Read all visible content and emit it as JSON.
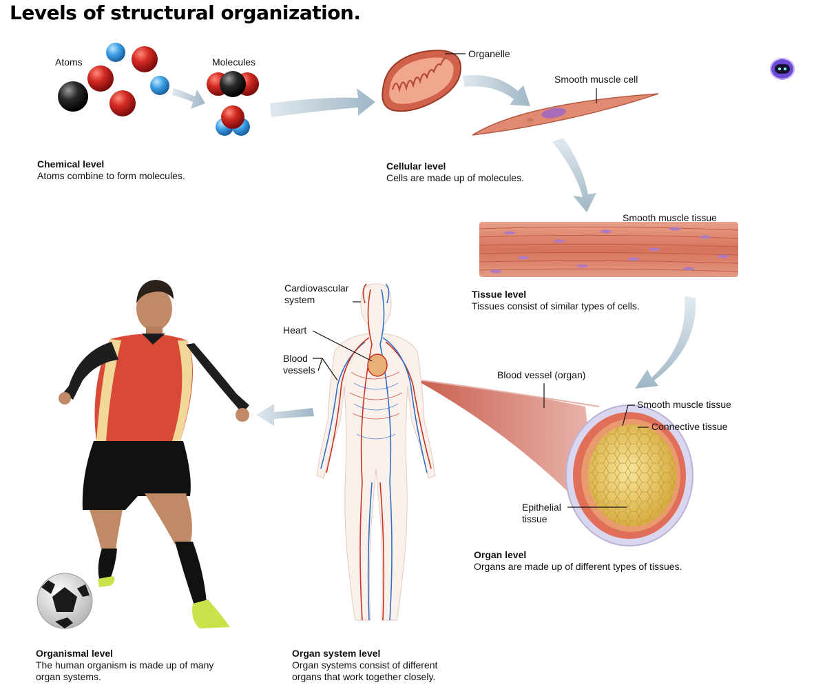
{
  "title": "Levels of structural organization.",
  "labels": {
    "atoms": "Atoms",
    "molecules": "Molecules",
    "organelle": "Organelle",
    "smooth_muscle_cell": "Smooth muscle cell",
    "smooth_muscle_tissue_top": "Smooth muscle tissue",
    "cardiovascular_line1": "Cardiovascular",
    "cardiovascular_line2": "system",
    "heart": "Heart",
    "blood_line1": "Blood",
    "blood_line2": "vessels",
    "blood_vessel_organ": "Blood vessel (organ)",
    "smooth_muscle_tissue_organ": "Smooth muscle tissue",
    "connective_tissue": "Connective tissue",
    "epithelial_line1": "Epithelial",
    "epithelial_line2": "tissue"
  },
  "levels": {
    "chemical": {
      "name": "Chemical level",
      "desc": "Atoms combine to form molecules."
    },
    "cellular": {
      "name": "Cellular level",
      "desc": "Cells are made up of molecules."
    },
    "tissue": {
      "name": "Tissue level",
      "desc": "Tissues consist of similar types of cells."
    },
    "organ": {
      "name": "Organ level",
      "desc": "Organs are made up of different types of tissues."
    },
    "organ_system": {
      "name": "Organ system level",
      "desc_line1": "Organ systems consist of different",
      "desc_line2": "organs that work together closely."
    },
    "organismal": {
      "name": "Organismal level",
      "desc_line1": "The human organism is made up of many",
      "desc_line2": "organ systems."
    }
  },
  "colors": {
    "atom_red": "#c62020",
    "atom_blue": "#3a9be0",
    "atom_black": "#1e1e1e",
    "arrow": "#a9bfcc",
    "muscle": "#d97a62",
    "vessel_red": "#c8321e",
    "vessel_blue": "#2f6fc4",
    "epithelium": "#e8c34a"
  }
}
